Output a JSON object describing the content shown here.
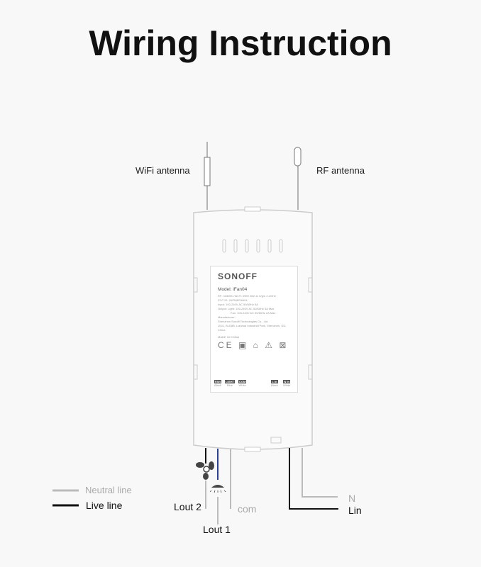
{
  "title": "Wiring Instruction",
  "antennas": {
    "wifi": "WiFi antenna",
    "rf": "RF antenna"
  },
  "device": {
    "brand": "SONOFF",
    "model": "Model: iFan04",
    "specs": [
      "RF: 433MHz    Wi-Fi: IEEE 802.11 b/g/n 2.4GHz",
      "FCC ID: 2APN5IFAN04",
      "Input: 100-240V AC 50/60Hz 5A",
      "Output: Light: 100-240V AC 50/60Hz 3A Max",
      "Fan: 100-240V AC 50/60Hz 2A Max",
      "Manufacturer:",
      "Shenzhen Sonoff Technologies Co., Ltd.",
      "1001, BLD8B, Lianhua Industrial Park, Shenzhen, GD, China"
    ],
    "made_in": "MADE IN CHINA",
    "certs": "CE ▣ ⌂ ⚠ ⊠",
    "terminals": [
      {
        "name": "FAN",
        "color": "Black"
      },
      {
        "name": "LIGHT",
        "color": "Blue"
      },
      {
        "name": "COM",
        "color": "White"
      },
      {
        "name": "L in",
        "color": "Black"
      },
      {
        "name": "N in",
        "color": "White"
      }
    ]
  },
  "legend": {
    "neutral": "Neutral line",
    "live": "Live line"
  },
  "wires": {
    "lout2": "Lout 2",
    "lout1": "Lout 1",
    "com": "com",
    "n": "N",
    "lin": "Lin"
  },
  "colors": {
    "live": "#111111",
    "neutral": "#bbbbbb",
    "blue": "#2a3f9a"
  }
}
